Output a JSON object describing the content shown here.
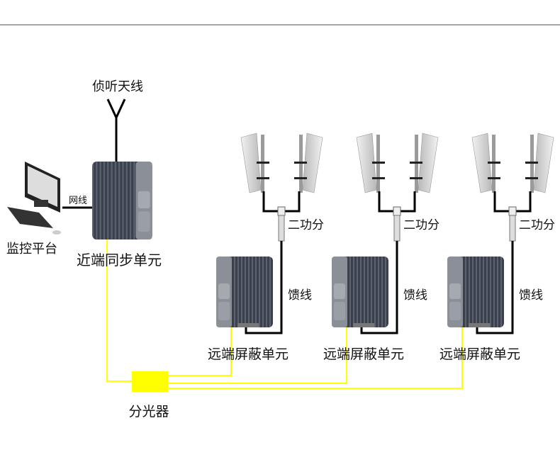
{
  "labels": {
    "listen_antenna": "侦听天线",
    "network_cable": "网线",
    "monitor_platform": "监控平台",
    "near_sync_unit": "近端同步单元",
    "optical_splitter": "分光器"
  },
  "remote_groups": [
    {
      "power_splitter": "二功分",
      "feeder": "馈线",
      "unit": "远端屏蔽单元"
    },
    {
      "power_splitter": "二功分",
      "feeder": "馈线",
      "unit": "远端屏蔽单元"
    },
    {
      "power_splitter": "二功分",
      "feeder": "馈线",
      "unit": "远端屏蔽单元"
    }
  ],
  "colors": {
    "fiber": "#ffff00",
    "cable": "#000000",
    "device": "#3d4350",
    "rule": "#8a8a8a"
  }
}
